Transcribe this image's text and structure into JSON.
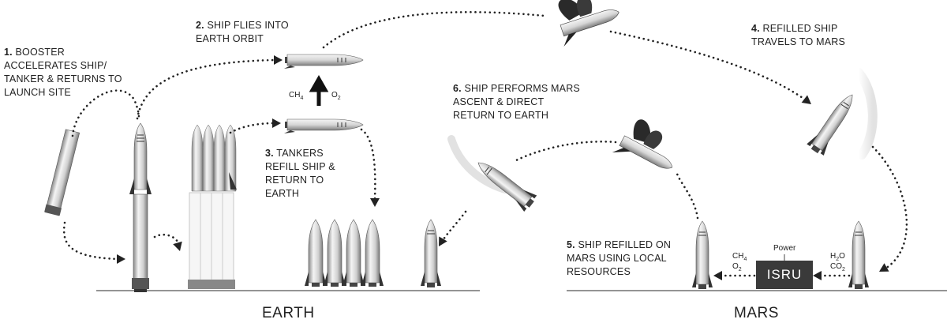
{
  "steps": [
    {
      "num": "1.",
      "lines": [
        "BOOSTER",
        "ACCELERATES SHIP/",
        "TANKER & RETURNS TO",
        "LAUNCH SITE"
      ]
    },
    {
      "num": "2.",
      "lines": [
        "SHIP FLIES INTO",
        "EARTH ORBIT"
      ]
    },
    {
      "num": "3.",
      "lines": [
        "TANKERS",
        "REFILL SHIP &",
        "RETURN TO",
        "EARTH"
      ]
    },
    {
      "num": "4.",
      "lines": [
        "REFILLED SHIP",
        "TRAVELS TO MARS"
      ]
    },
    {
      "num": "5.",
      "lines": [
        "SHIP REFILLED ON",
        "MARS USING LOCAL",
        "RESOURCES"
      ]
    },
    {
      "num": "6.",
      "lines": [
        "SHIP PERFORMS MARS",
        "ASCENT & DIRECT",
        "RETURN TO EARTH"
      ]
    }
  ],
  "worlds": {
    "earth": "EARTH",
    "mars": "MARS"
  },
  "propellants": {
    "ch4": "CH",
    "ch4_sub": "4",
    "o2": "O",
    "o2_sub": "2"
  },
  "mars_plant": {
    "isru": "ISRU",
    "power": "Power",
    "inputs": {
      "h2o": "H",
      "h2o_sub": "2",
      "h2o_tail": "O",
      "co2": "CO",
      "co2_sub": "2"
    },
    "outputs": {
      "ch4": "CH",
      "ch4_sub": "4",
      "o2": "O",
      "o2_sub": "2"
    }
  },
  "colors": {
    "ink": "#222222",
    "plant": "#3a3a3a",
    "ground": "#555555",
    "metal_dark": "#8a8a8a",
    "metal_light": "#f2f2f2"
  }
}
